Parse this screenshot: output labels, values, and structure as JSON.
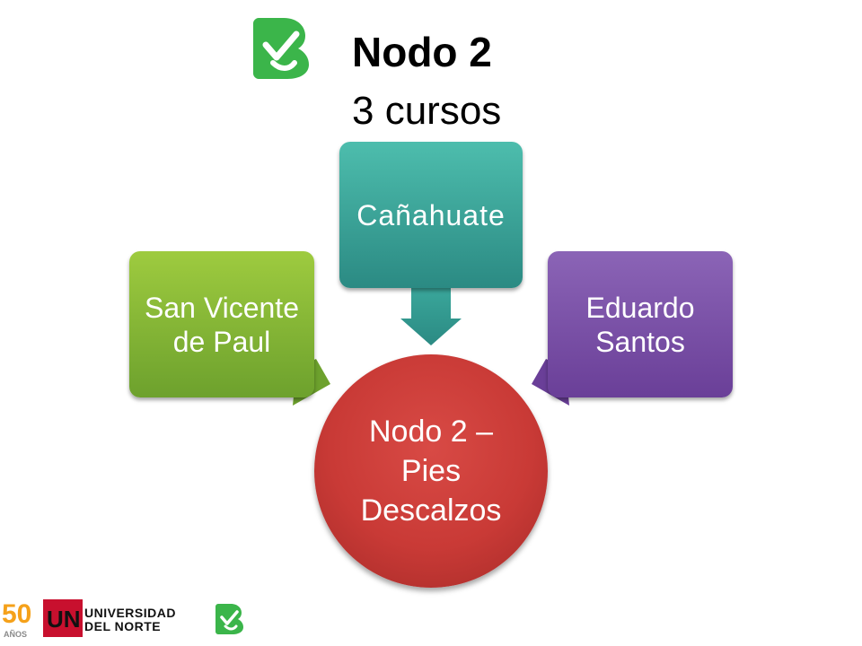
{
  "header": {
    "title": "Nodo 2",
    "subtitle": "3 cursos",
    "logo_icon": "check-b-logo-icon"
  },
  "diagram": {
    "center": {
      "label": "Nodo 2 –\nPies\nDescalzos",
      "color": "#c93a36"
    },
    "nodes": [
      {
        "id": "left",
        "label": "San Vicente de Paul",
        "color": "#7fb236"
      },
      {
        "id": "top",
        "label": "Cañahuate",
        "color": "#3aa79b"
      },
      {
        "id": "right",
        "label": "Eduardo Santos",
        "color": "#7a52a8"
      }
    ]
  },
  "footer": {
    "anniversary_number": "50",
    "anniversary_text": "AÑOS",
    "university_mark": "UN",
    "university_line1": "UNIVERSIDAD",
    "university_line2": "DEL NORTE",
    "logo_icon": "check-b-logo-icon"
  },
  "colors": {
    "logo_green": "#3bb54a",
    "un_red": "#c8102e"
  }
}
